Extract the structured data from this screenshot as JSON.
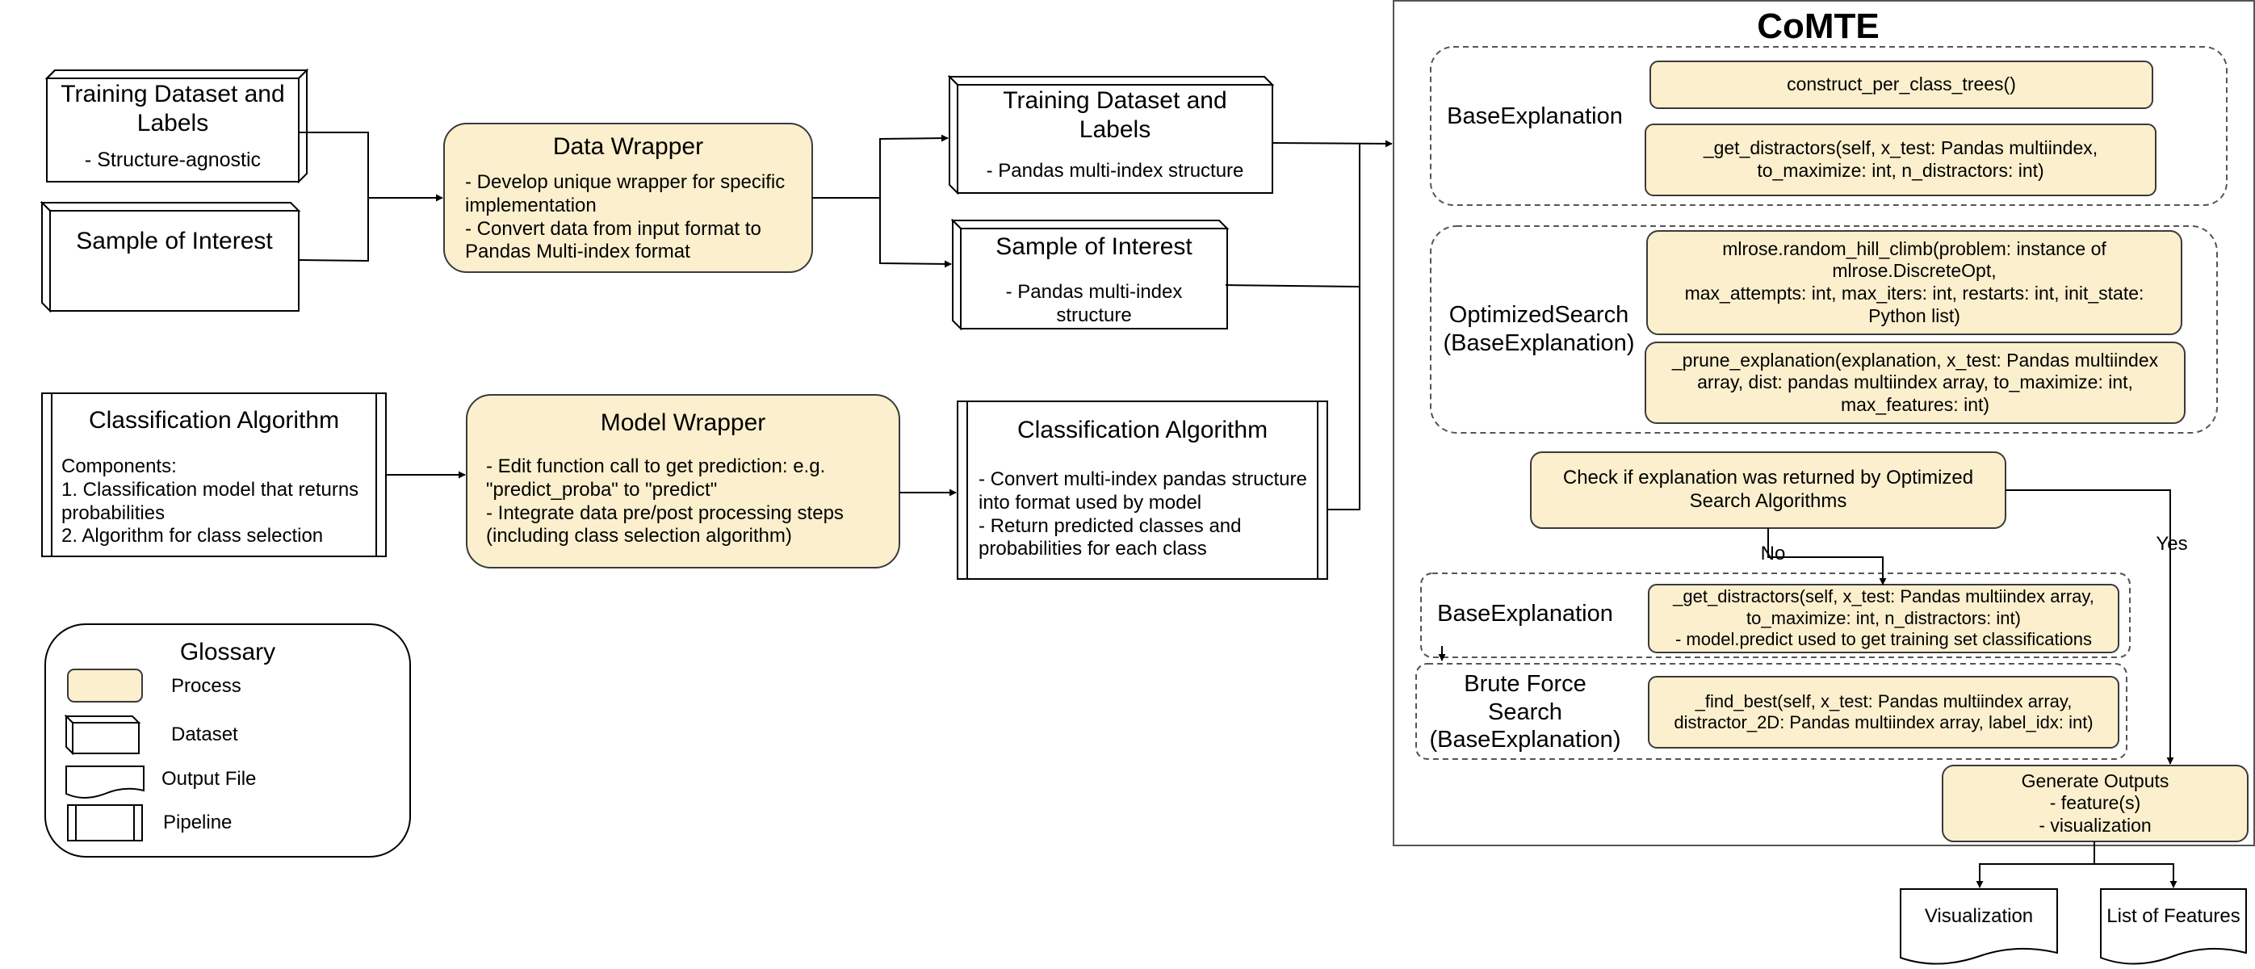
{
  "inputs": {
    "training": {
      "title": [
        "Training Dataset and",
        "Labels"
      ],
      "note": "- Structure-agnostic"
    },
    "sample": {
      "title": "Sample of Interest"
    },
    "classifier": {
      "title": "Classification Algorithm",
      "body": [
        "Components:",
        "1. Classification model that returns",
        "probabilities",
        "2. Algorithm for class selection"
      ]
    }
  },
  "data_wrapper": {
    "title": "Data Wrapper",
    "body": [
      "- Develop unique wrapper for specific",
      "implementation",
      "- Convert data from input format to",
      "Pandas Multi-index format"
    ]
  },
  "model_wrapper": {
    "title": "Model Wrapper",
    "body": [
      "- Edit function call to get prediction: e.g.",
      "\"predict_proba\" to \"predict\"",
      "- Integrate data pre/post processing steps",
      "(including class selection algorithm)"
    ]
  },
  "outputs_mid": {
    "training": {
      "title": [
        "Training Dataset and",
        "Labels"
      ],
      "note": "- Pandas multi-index structure"
    },
    "sample": {
      "title": "Sample of Interest",
      "note": [
        "- Pandas multi-index",
        "structure"
      ]
    },
    "classifier": {
      "title": "Classification Algorithm",
      "body": [
        "- Convert multi-index pandas structure",
        "into format used by model",
        "- Return predicted classes and",
        "probabilities for each class"
      ]
    }
  },
  "glossary": {
    "title": "Glossary",
    "items": [
      "Process",
      "Dataset",
      "Output File",
      "Pipeline"
    ]
  },
  "comte": {
    "title": "CoMTE",
    "base1": {
      "label": "BaseExplanation",
      "methods": [
        [
          "construct_per_class_trees()"
        ],
        [
          "_get_distractors(self, x_test: Pandas multiindex,",
          "to_maximize: int, n_distractors: int)"
        ]
      ]
    },
    "optimized": {
      "label": [
        "OptimizedSearch",
        "(BaseExplanation)"
      ],
      "methods": [
        [
          "mlrose.random_hill_climb(problem: instance of",
          "mlrose.DiscreteOpt,",
          "max_attempts: int, max_iters: int, restarts: int, init_state:",
          "Python list)"
        ],
        [
          "_prune_explanation(explanation, x_test: Pandas multiindex",
          "array, dist: pandas multiindex array, to_maximize: int,",
          "max_features: int)"
        ]
      ]
    },
    "check": [
      "Check if explanation was returned by Optimized",
      "Search Algorithms"
    ],
    "no_label": "No",
    "yes_label": "Yes",
    "base2": {
      "label": "BaseExplanation",
      "method": [
        "_get_distractors(self, x_test: Pandas multiindex array,",
        "to_maximize: int, n_distractors: int)",
        "- model.predict used to get training set classifications"
      ]
    },
    "brute": {
      "label": [
        "Brute Force",
        "Search",
        "(BaseExplanation)"
      ],
      "method": [
        "_find_best(self, x_test: Pandas multiindex array,",
        "distractor_2D: Pandas multiindex array, label_idx: int)"
      ]
    },
    "generate": [
      "Generate Outputs",
      "- feature(s)",
      "- visualization"
    ]
  },
  "final_outputs": [
    "Visualization",
    "List of Features"
  ],
  "colors": {
    "process_fill": "#fcefcd",
    "process_stroke": "#3a3a3a",
    "line": "#000000"
  }
}
